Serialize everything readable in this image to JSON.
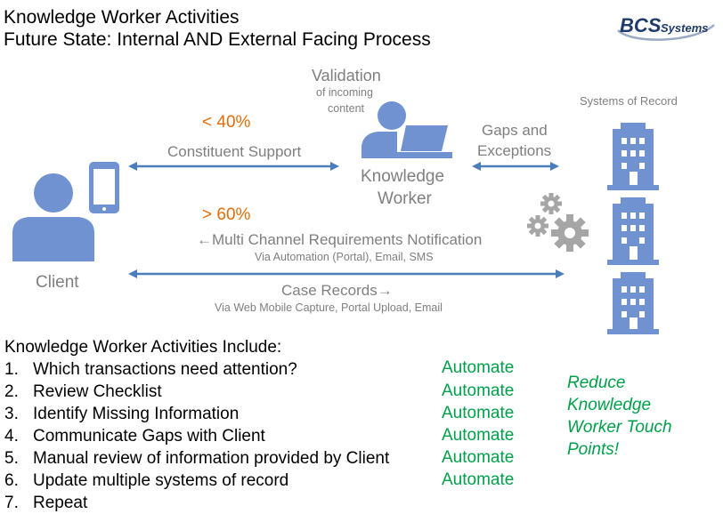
{
  "header": {
    "title_line1": "Knowledge Worker Activities",
    "title_line2": "Future State: Internal AND External Facing Process",
    "logo_text": "BCS",
    "logo_subtext": "Systems"
  },
  "diagram": {
    "validation": "Validation",
    "validation_sub1": "of incoming",
    "validation_sub2": "content",
    "systems_of_record": "Systems of Record",
    "pct_low": "< 40%",
    "constituent_support": "Constituent Support",
    "gaps_line1": "Gaps and",
    "gaps_line2": "Exceptions",
    "worker_line1": "Knowledge",
    "worker_line2": "Worker",
    "pct_high": "> 60%",
    "notification": "←Multi Channel Requirements Notification",
    "notification_sub": "Via Automation (Portal), Email, SMS",
    "client": "Client",
    "case_records": "Case Records→",
    "case_records_sub": "Via Web Mobile Capture, Portal Upload, Email"
  },
  "activities": {
    "heading": "Knowledge Worker Activities Include:",
    "items": [
      {
        "num": "1.",
        "text": "Which transactions need attention?",
        "status": "Automate"
      },
      {
        "num": "2.",
        "text": "Review Checklist",
        "status": "Automate"
      },
      {
        "num": "3.",
        "text": "Identify Missing Information",
        "status": "Automate"
      },
      {
        "num": "4.",
        "text": "Communicate Gaps with Client",
        "status": "Automate"
      },
      {
        "num": "5.",
        "text": "Manual review of information provided by Client",
        "status": "Automate"
      },
      {
        "num": "6.",
        "text": "Update multiple systems of record",
        "status": "Automate"
      },
      {
        "num": "7.",
        "text": "Repeat",
        "status": ""
      }
    ],
    "callout": "Reduce Knowledge Worker Touch Points!"
  },
  "colors": {
    "icon_blue": "#7092d1",
    "arrow_blue": "#4a7ebb",
    "orange": "#e36c09",
    "green": "#00a04a",
    "gray_text": "#7f7f7f",
    "gear_gray": "#a6a6a6",
    "logo_navy": "#1f3a6d"
  }
}
